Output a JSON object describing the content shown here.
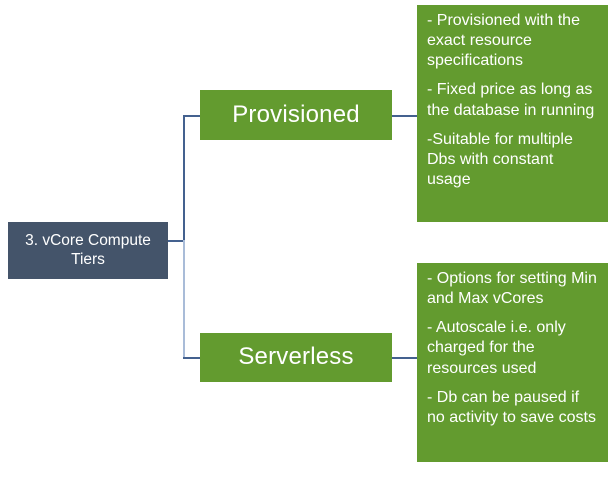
{
  "diagram": {
    "title": "3. vCore Compute Tiers",
    "root": {
      "label": "3. vCore Compute Tiers",
      "color": "#44546a"
    },
    "branch_color": "#639b2f",
    "connector_color": "#44618f",
    "connector_color_light": "#a9bcd8",
    "branches": [
      {
        "label": "Provisioned",
        "details": [
          "- Provisioned with the exact resource specifications",
          "- Fixed price as long as the database in running",
          "-Suitable for multiple Dbs with constant usage"
        ]
      },
      {
        "label": "Serverless",
        "details": [
          "- Options for setting Min and Max vCores",
          "- Autoscale i.e. only charged for the resources used",
          "- Db can be paused if no activity to save costs"
        ]
      }
    ]
  }
}
